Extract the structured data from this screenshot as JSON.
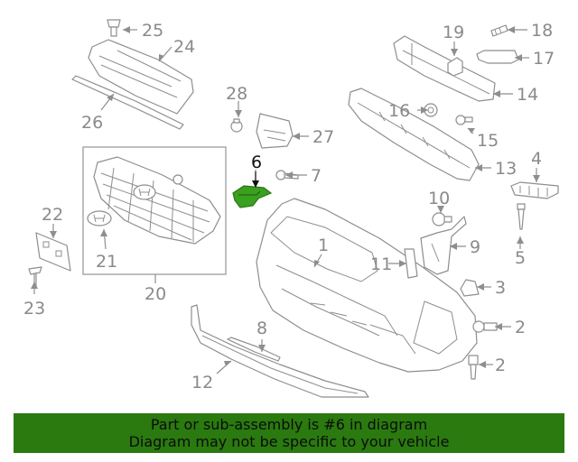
{
  "diagram": {
    "highlight_color": "#3aa01f",
    "callouts": [
      {
        "id": "c25",
        "text": "25"
      },
      {
        "id": "c24",
        "text": "24"
      },
      {
        "id": "c26",
        "text": "26"
      },
      {
        "id": "c28",
        "text": "28"
      },
      {
        "id": "c27",
        "text": "27"
      },
      {
        "id": "c6",
        "text": "6",
        "highlighted": true
      },
      {
        "id": "c7",
        "text": "7"
      },
      {
        "id": "c22",
        "text": "22"
      },
      {
        "id": "c21",
        "text": "21"
      },
      {
        "id": "c20",
        "text": "20"
      },
      {
        "id": "c23",
        "text": "23"
      },
      {
        "id": "c19",
        "text": "19"
      },
      {
        "id": "c18",
        "text": "18"
      },
      {
        "id": "c17",
        "text": "17"
      },
      {
        "id": "c14",
        "text": "14"
      },
      {
        "id": "c16",
        "text": "16"
      },
      {
        "id": "c15",
        "text": "15"
      },
      {
        "id": "c13",
        "text": "13"
      },
      {
        "id": "c4",
        "text": "4"
      },
      {
        "id": "c10",
        "text": "10"
      },
      {
        "id": "c1",
        "text": "1"
      },
      {
        "id": "c9",
        "text": "9"
      },
      {
        "id": "c5",
        "text": "5"
      },
      {
        "id": "c11",
        "text": "11"
      },
      {
        "id": "c3",
        "text": "3"
      },
      {
        "id": "c8",
        "text": "8"
      },
      {
        "id": "c2a",
        "text": "2"
      },
      {
        "id": "c2b",
        "text": "2"
      },
      {
        "id": "c12",
        "text": "12"
      }
    ]
  },
  "banner": {
    "line1": "Part or sub-assembly is #6 in diagram",
    "line2": "Diagram may not be specific to your vehicle",
    "background": "#2a7a0f"
  }
}
